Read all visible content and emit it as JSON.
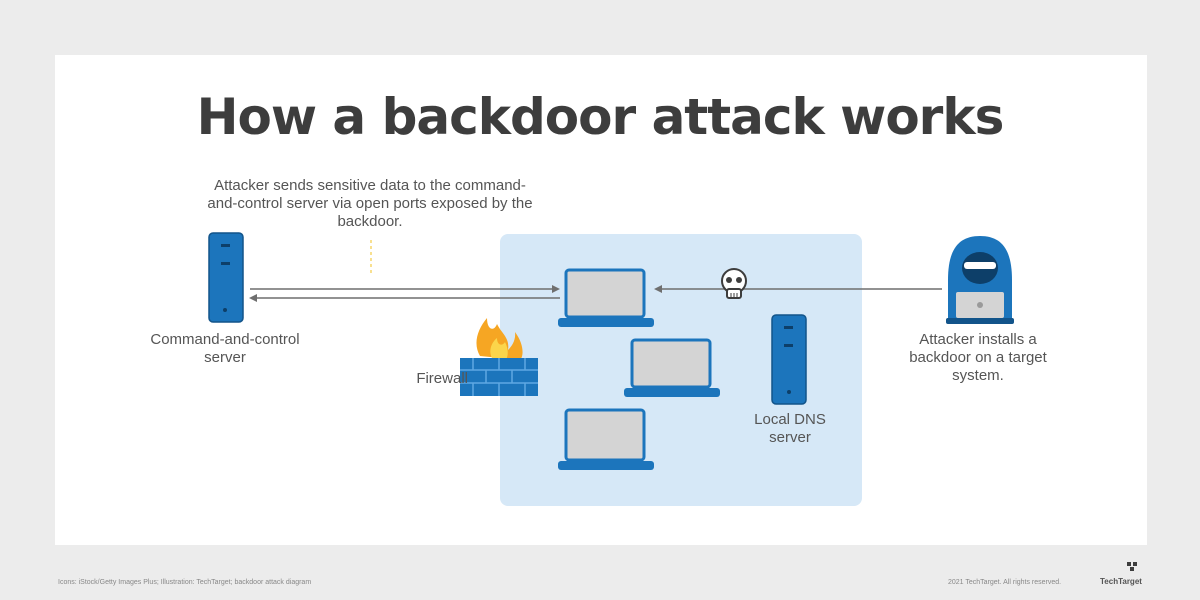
{
  "title": "How a backdoor attack works",
  "annotations": {
    "exfil": "Attacker sends sensitive data to the command-and-control server via open ports exposed by the backdoor.",
    "cc_server": "Command-and-control server",
    "firewall": "Firewall",
    "dns": "Local DNS server",
    "attacker": "Attacker installs a backdoor on a target system."
  },
  "footer": {
    "left": "Icons: iStock/Getty Images Plus; Illustration: TechTarget; backdoor attack diagram",
    "right": "2021 TechTarget. All rights reserved.",
    "brand": "TechTarget"
  },
  "colors": {
    "primary": "#1c75bc",
    "network_zone": "#d6e8f7",
    "flame": "#f6a623",
    "arrow": "#6f6f6f",
    "annotation_line": "#f5d66b"
  }
}
